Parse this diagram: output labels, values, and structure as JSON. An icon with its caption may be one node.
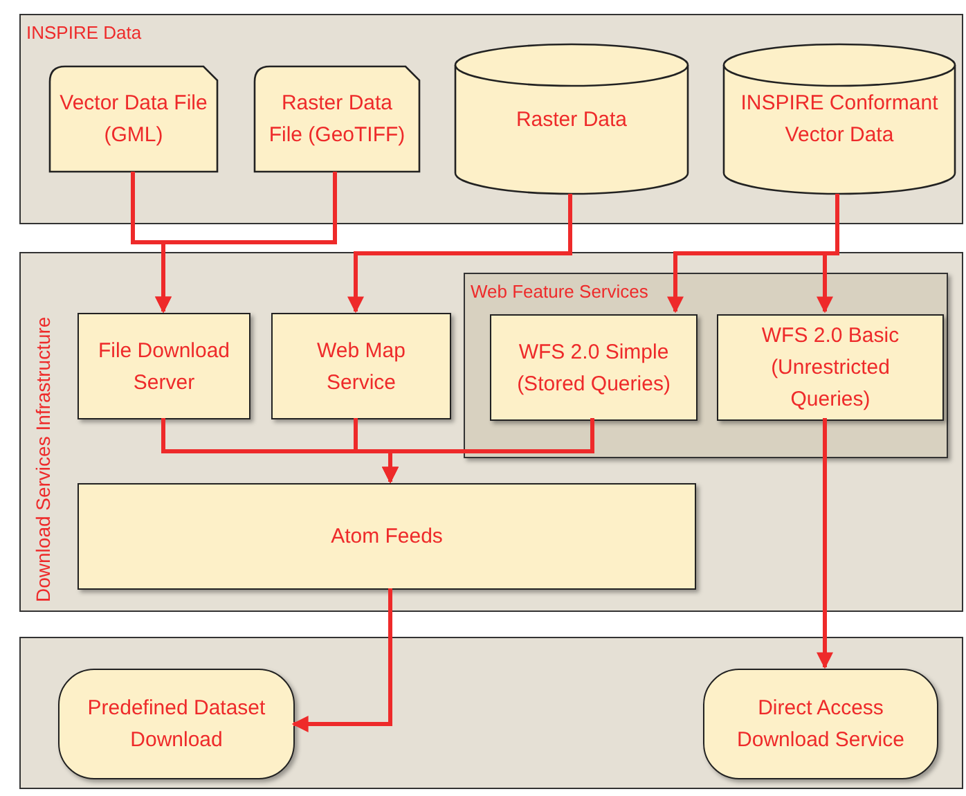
{
  "diagram": {
    "nodes": [
      {
        "text": [
          "INSPIRE Data"
        ]
      },
      {
        "text": [
          "Vector Data File (GML)"
        ],
        "in": 0
      },
      {
        "text": [
          "Raster Data File (GeoTIFF)"
        ],
        "in": 0
      },
      {
        "text": [
          "Raster Data"
        ],
        "in": 0
      },
      {
        "text": [
          "INSPIRE Conformant Vector Data"
        ],
        "in": 0
      },
      {
        "text": [
          "Download Services Infrastructure"
        ]
      },
      {
        "text": [
          "Web Feature Services"
        ],
        "in": 5
      },
      {
        "text": [
          "File Download Server"
        ],
        "in": 5
      },
      {
        "text": [
          "Web Map Service"
        ],
        "in": 5
      },
      {
        "text": [
          "WFS 2.0 Simple (Stored Queries)"
        ],
        "in": 6
      },
      {
        "text": [
          "WFS 2.0 Basic (Unrestricted Queries)"
        ],
        "in": 6
      },
      {
        "text": [
          "Atom Feeds"
        ],
        "in": 5
      },
      {
        "text": [],
        "shape": "box"
      },
      {
        "text": [
          "Predefined Dataset Download"
        ],
        "in": 12
      },
      {
        "text": [
          "Direct Access Download Service"
        ],
        "in": 12
      }
    ],
    "edges": [
      {
        "from": 1,
        "to": 7,
        "arrow": "to"
      },
      {
        "from": 2,
        "to": 7,
        "arrow": "to"
      },
      {
        "from": 3,
        "to": 8,
        "arrow": "to"
      },
      {
        "from": 4,
        "to": 9,
        "arrow": "to"
      },
      {
        "from": 4,
        "to": 10,
        "arrow": "to"
      },
      {
        "from": 7,
        "to": 11,
        "arrow": "to"
      },
      {
        "from": 8,
        "to": 11,
        "arrow": "to"
      },
      {
        "from": 9,
        "to": 11,
        "arrow": "to"
      },
      {
        "from": 11,
        "to": 13,
        "arrow": "to"
      },
      {
        "from": 10,
        "to": 14,
        "arrow": "to"
      }
    ]
  }
}
